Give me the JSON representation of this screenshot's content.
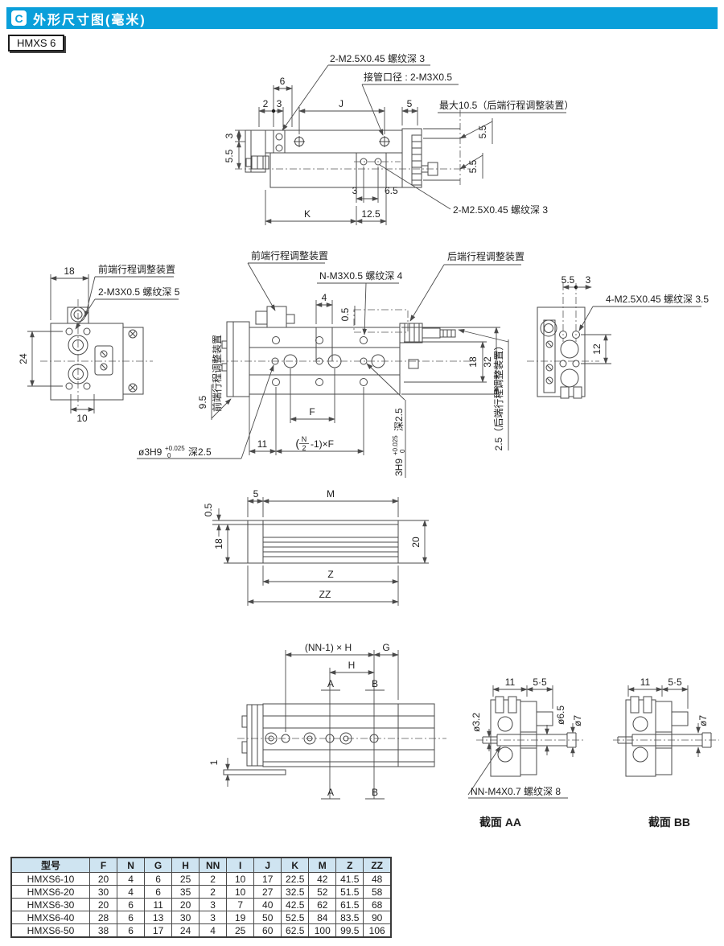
{
  "colors": {
    "accent": "#0a9fda",
    "table_header_bg": "#cfe4f1",
    "line": "#4a4a4a"
  },
  "header": {
    "icon_letter": "C",
    "title": "外形尺寸图(毫米)"
  },
  "model_badge": "HMXS 6",
  "figures": {
    "side_view": {
      "thread_top": "2-M2.5X0.45 螺纹深 3",
      "port": "接管口径 : 2-M3X0.5",
      "max_note": "最大10.5（后端行程调整装置）",
      "thread_bottom": "2-M2.5X0.45 螺纹深 3",
      "d6": "6",
      "d2": "2",
      "d3_top": "3",
      "dJ": "J",
      "d5": "5",
      "d3_left": "3",
      "d55_left": "5.5",
      "d55_r1": "5.5",
      "d55_r2": "5.5",
      "d3_bot": "3",
      "d65": "6.5",
      "dK": "K",
      "d125": "12.5"
    },
    "front_view": {
      "d18": "18",
      "adjuster": "前端行程调整装置",
      "thread": "2-M3X0.5 螺纹深 5",
      "d24": "24",
      "d10": "10"
    },
    "plan_view": {
      "front_adjuster": "前端行程调整装置",
      "rear_adjuster": "后端行程调整装置",
      "thread": "N-M3X0.5 螺纹深 4",
      "d4": "4",
      "d05": "0.5",
      "d18": "18",
      "d32": "32",
      "d95": "9.5",
      "front_label_vert": "前端行程调整装置",
      "rear_note_vert": "2.5（后端行程调整装置）",
      "dF": "F",
      "d11": "11",
      "pitch_open": "(",
      "pitch_num": "N",
      "pitch_den": "2",
      "pitch_close": "-1)×F",
      "hole_main": "ø3H9",
      "hole_tol_up": "+0.025",
      "hole_tol_dn": "0",
      "hole_depth": "深2.5",
      "hole2_main": "3H9",
      "hole2_tol_up": "+0.025",
      "hole2_tol_dn": "0",
      "hole2_depth": "深2.5"
    },
    "rear_view": {
      "d55": "5.5",
      "d3": "3",
      "thread": "4-M2.5X0.45 螺纹深 3.5",
      "d12": "12"
    },
    "bottom_view": {
      "d05": "0.5",
      "d5": "5",
      "dM": "M",
      "d18": "18",
      "d20": "20",
      "dZ": "Z",
      "dZZ": "ZZ"
    },
    "mounting_view": {
      "pitch": "(NN-1) × H",
      "dG": "G",
      "dH": "H",
      "dA": "A",
      "dB": "B",
      "d1": "1",
      "dA2": "A",
      "dB2": "B"
    },
    "section_aa": {
      "d11": "11",
      "d55": "5·5",
      "dia32": "ø3.2",
      "dia65": "ø6.5",
      "dia7": "ø7",
      "thread": "NN-M4X0.7 螺纹深 8",
      "caption": "截面 AA"
    },
    "section_bb": {
      "d11": "11",
      "d55": "5·5",
      "dia7": "ø7",
      "caption": "截面 BB"
    }
  },
  "table": {
    "headers": [
      "型号",
      "F",
      "N",
      "G",
      "H",
      "NN",
      "I",
      "J",
      "K",
      "M",
      "Z",
      "ZZ"
    ],
    "rows": [
      [
        "HMXS6-10",
        "20",
        "4",
        "6",
        "25",
        "2",
        "10",
        "17",
        "22.5",
        "42",
        "41.5",
        "48"
      ],
      [
        "HMXS6-20",
        "30",
        "4",
        "6",
        "35",
        "2",
        "10",
        "27",
        "32.5",
        "52",
        "51.5",
        "58"
      ],
      [
        "HMXS6-30",
        "20",
        "6",
        "11",
        "20",
        "3",
        "7",
        "40",
        "42.5",
        "62",
        "61.5",
        "68"
      ],
      [
        "HMXS6-40",
        "28",
        "6",
        "13",
        "30",
        "3",
        "19",
        "50",
        "52.5",
        "84",
        "83.5",
        "90"
      ],
      [
        "HMXS6-50",
        "38",
        "6",
        "17",
        "24",
        "4",
        "25",
        "60",
        "62.5",
        "100",
        "99.5",
        "106"
      ]
    ]
  }
}
